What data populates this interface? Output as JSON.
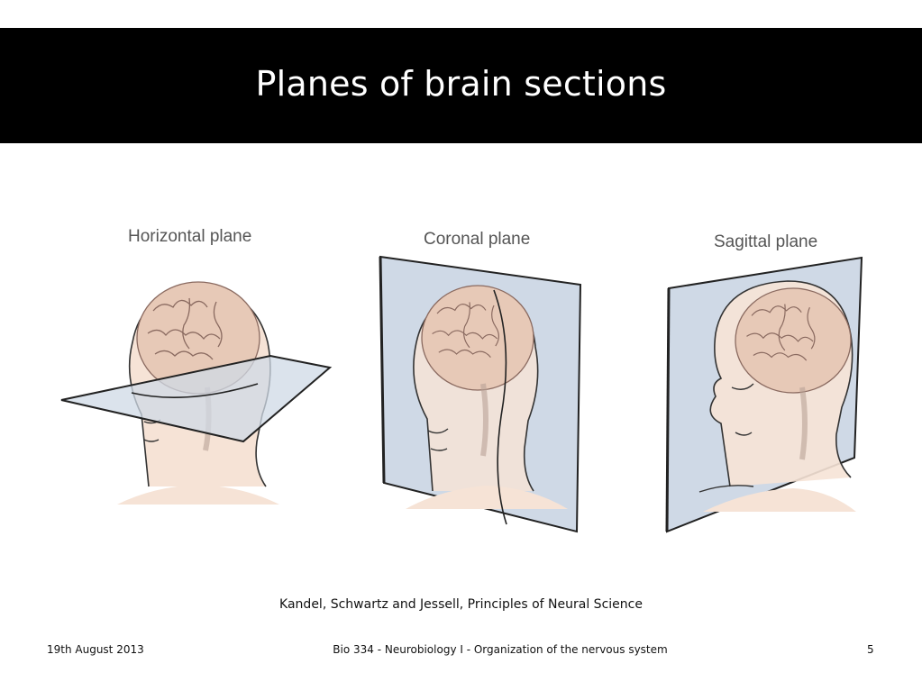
{
  "slide": {
    "title": "Planes of brain sections",
    "figure": {
      "labels": {
        "horizontal": "Horizontal plane",
        "coronal": "Coronal plane",
        "sagittal": "Sagittal plane"
      }
    },
    "caption": "Kandel, Schwartz and Jessell, Principles of Neural Science",
    "footer": {
      "date": "19th August 2013",
      "course": "Bio 334 - Neurobiology I - Organization of the nervous system",
      "page": "5"
    }
  },
  "colors": {
    "title_bar": "#000000",
    "title_text": "#ffffff",
    "skin": "#f6e3d6",
    "brain": "#e7c9b7",
    "plane": "#cfd9e6"
  }
}
